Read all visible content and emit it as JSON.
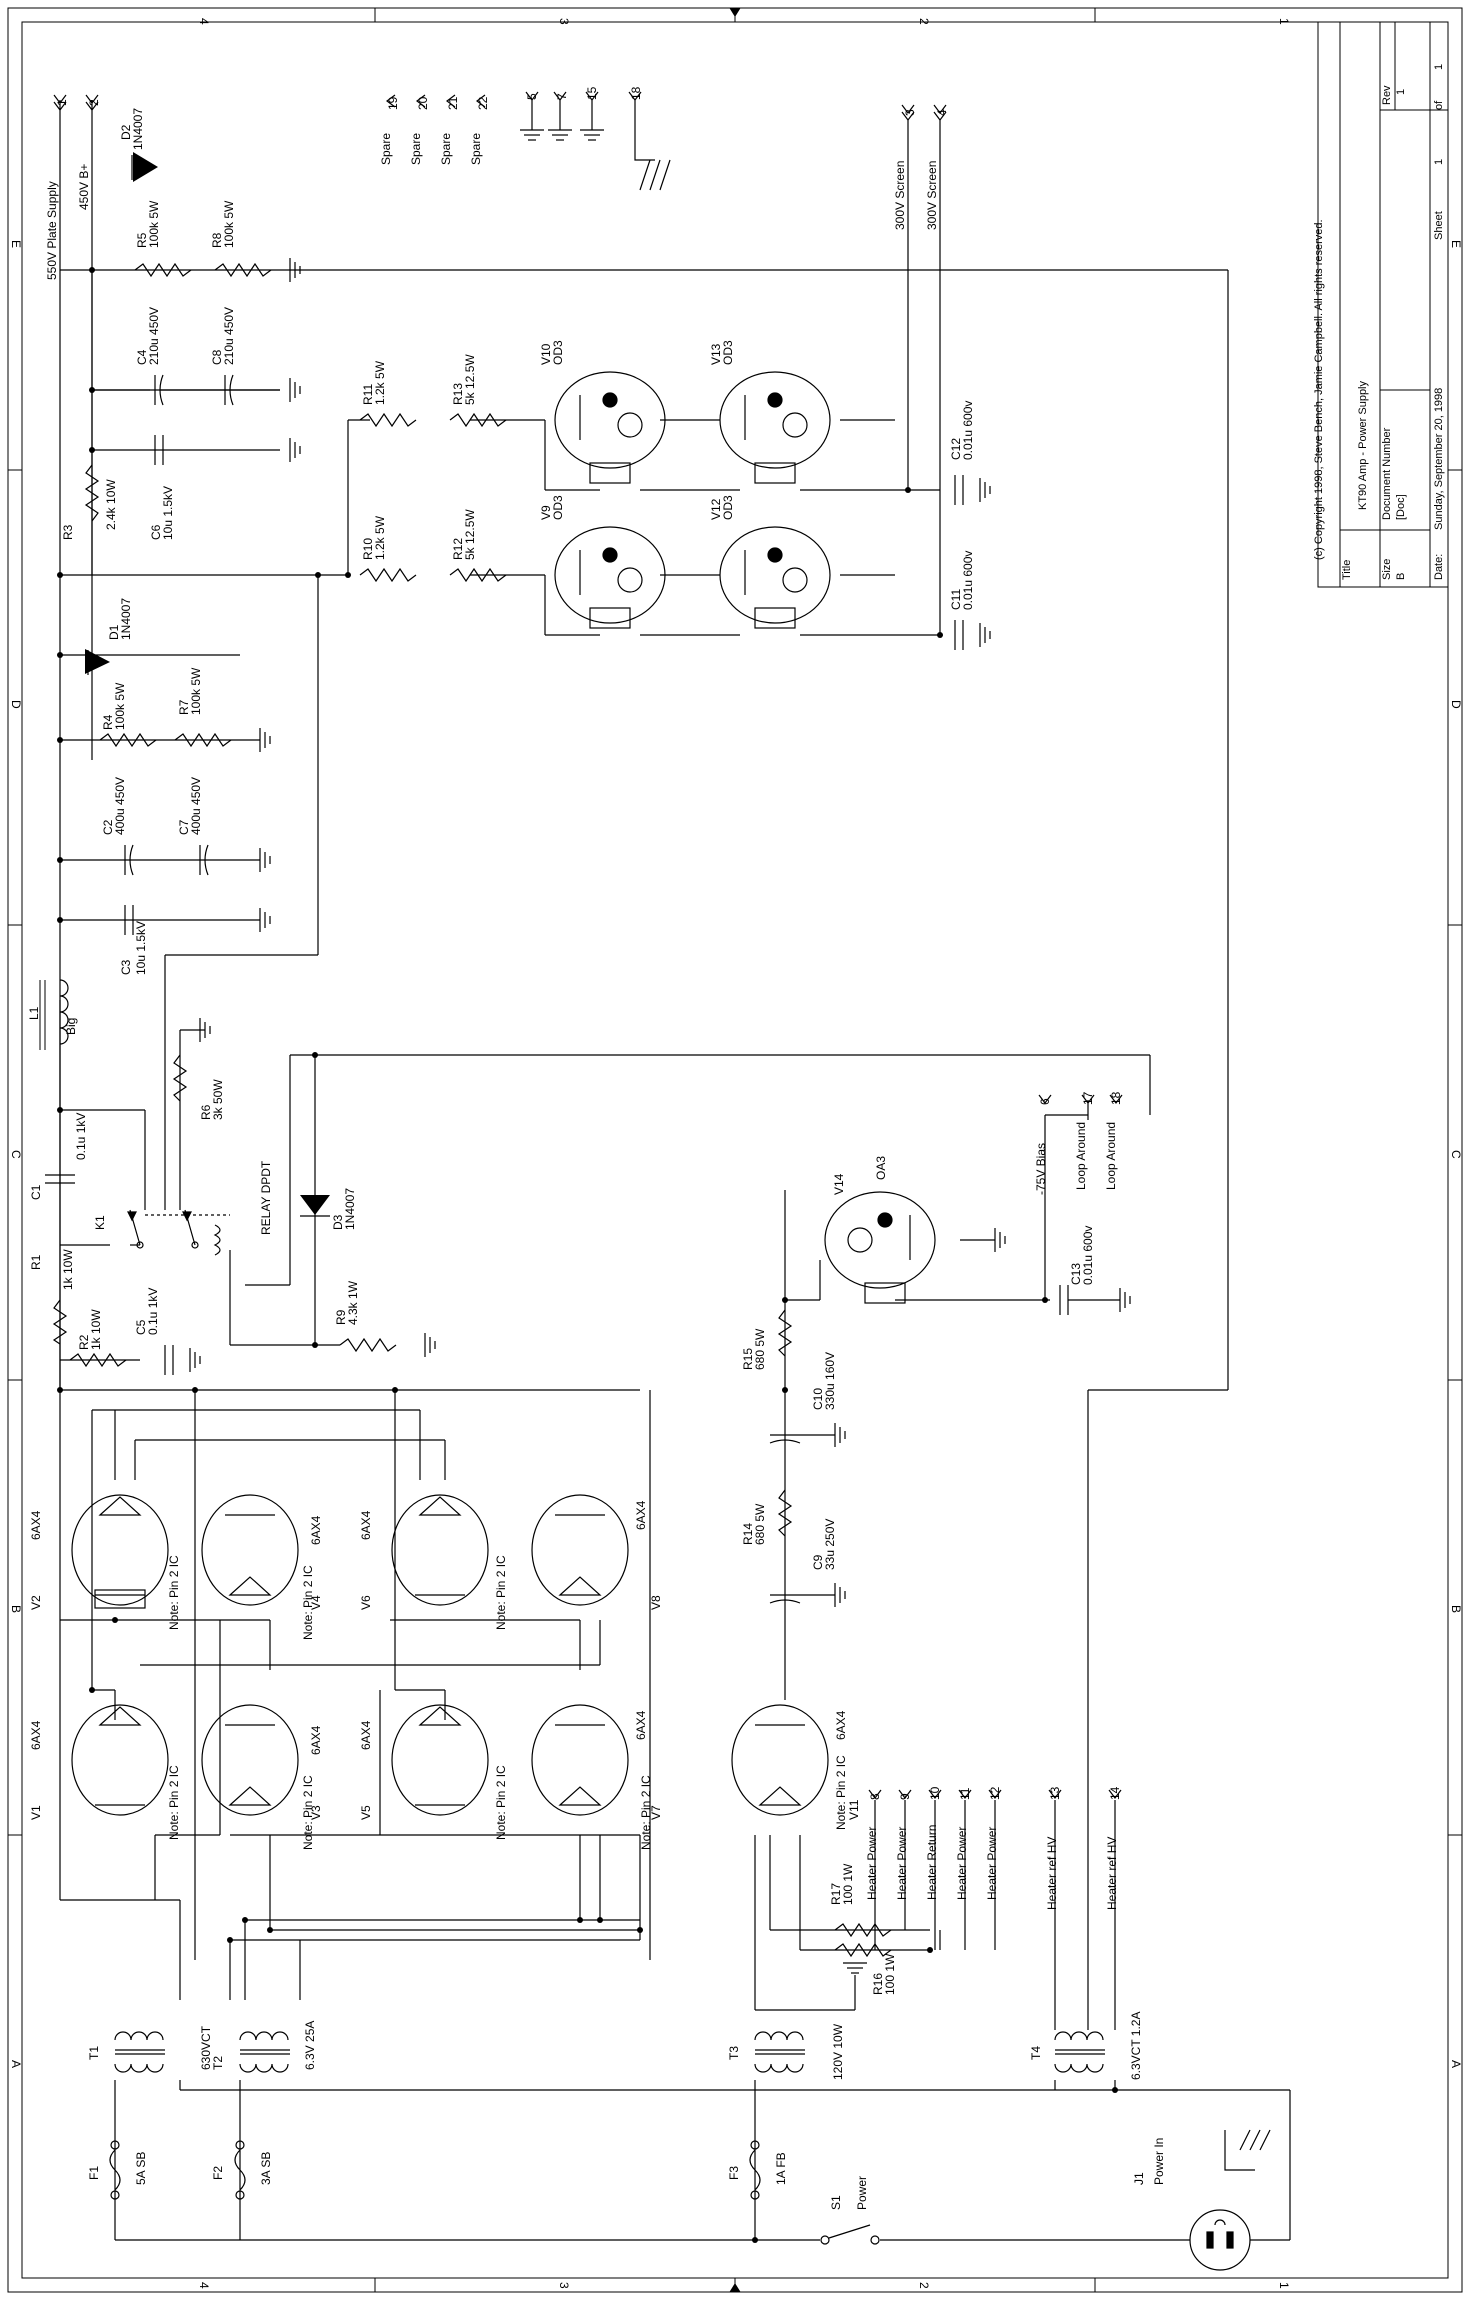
{
  "title_block": {
    "copyright": "(c) Copyright 1998, Steve Bench, Jamie Campbell. All rights reserved.",
    "title_label": "Title",
    "title": "KT90 Amp - Power Supply",
    "size_label": "Size",
    "size": "B",
    "docnum_label": "Document Number",
    "docnum": "[Doc]",
    "rev_label": "Rev",
    "rev": "1",
    "date_label": "Date:",
    "date": "Sunday, September 20, 1998",
    "sheet_label": "Sheet",
    "sheet": "1",
    "of_label": "of",
    "of": "1"
  },
  "zones_side": [
    "4",
    "3",
    "2",
    "1"
  ],
  "zones_long": [
    "E",
    "D",
    "C",
    "B",
    "A"
  ],
  "nets": [
    {
      "num": "1",
      "label": "550V Plate Supply"
    },
    {
      "num": "2",
      "label": "450V B+"
    },
    {
      "num": "3",
      "label": "300V Screen"
    },
    {
      "num": "4",
      "label": "300V Screen"
    },
    {
      "num": "5",
      "label": ""
    },
    {
      "num": "7",
      "label": ""
    },
    {
      "num": "15",
      "label": ""
    },
    {
      "num": "18",
      "label": ""
    },
    {
      "num": "19",
      "label": "Spare"
    },
    {
      "num": "20",
      "label": "Spare"
    },
    {
      "num": "21",
      "label": "Spare"
    },
    {
      "num": "22",
      "label": "Spare"
    },
    {
      "num": "6",
      "label": "-75V Bias"
    },
    {
      "num": "17",
      "label": "Loop Around"
    },
    {
      "num": "18",
      "label": "Loop Around"
    },
    {
      "num": "8",
      "label": "Heater Power"
    },
    {
      "num": "9",
      "label": "Heater Power"
    },
    {
      "num": "10",
      "label": "Heater Return"
    },
    {
      "num": "11",
      "label": "Heater Power"
    },
    {
      "num": "12",
      "label": "Heater Power"
    },
    {
      "num": "13",
      "label": "Heater ref HV"
    },
    {
      "num": "14",
      "label": "Heater ref HV"
    }
  ],
  "components": {
    "D2": {
      "ref": "D2",
      "value": "1N4007"
    },
    "D1": {
      "ref": "D1",
      "value": "1N4007"
    },
    "D3": {
      "ref": "D3",
      "value": "1N4007"
    },
    "R5": {
      "ref": "R5",
      "value": "100k 5W"
    },
    "R8": {
      "ref": "R8",
      "value": "100k 5W"
    },
    "R4": {
      "ref": "R4",
      "value": "100k 5W"
    },
    "R7": {
      "ref": "R7",
      "value": "100k 5W"
    },
    "R3": {
      "ref": "R3",
      "value": "2.4k 10W"
    },
    "R10": {
      "ref": "R10",
      "value": "1.2k 5W"
    },
    "R11": {
      "ref": "R11",
      "value": "1.2k 5W"
    },
    "R12": {
      "ref": "R12",
      "value": "5k 12.5W"
    },
    "R13": {
      "ref": "R13",
      "value": "5k 12.5W"
    },
    "R1": {
      "ref": "R1",
      "value": "1k 10W"
    },
    "R2": {
      "ref": "R2",
      "value": "1k 10W"
    },
    "R6": {
      "ref": "R6",
      "value": "3k 50W"
    },
    "R9": {
      "ref": "R9",
      "value": "4.3k 1W"
    },
    "R14": {
      "ref": "R14",
      "value": "680 5W"
    },
    "R15": {
      "ref": "R15",
      "value": "680 5W"
    },
    "R16": {
      "ref": "R16",
      "value": "100 1W"
    },
    "R17": {
      "ref": "R17",
      "value": "100 1W"
    },
    "C4": {
      "ref": "C4",
      "value": "210u 450V"
    },
    "C8": {
      "ref": "C8",
      "value": "210u 450V"
    },
    "C6": {
      "ref": "C6",
      "value": "10u 1.5kV"
    },
    "C2": {
      "ref": "C2",
      "value": "400u 450V"
    },
    "C7": {
      "ref": "C7",
      "value": "400u 450V"
    },
    "C3": {
      "ref": "C3",
      "value": "10u 1.5kV"
    },
    "C1": {
      "ref": "C1",
      "value": "0.1u 1kV"
    },
    "C5": {
      "ref": "C5",
      "value": "0.1u 1kV"
    },
    "C9": {
      "ref": "C9",
      "value": "33u 250V"
    },
    "C10": {
      "ref": "C10",
      "value": "330u 160V"
    },
    "C11": {
      "ref": "C11",
      "value": "0.01u 600v"
    },
    "C12": {
      "ref": "C12",
      "value": "0.01u 600v"
    },
    "C13": {
      "ref": "C13",
      "value": "0.01u 600v"
    },
    "L1": {
      "ref": "L1",
      "value": "Big"
    },
    "K1": {
      "ref": "K1",
      "value": "RELAY DPDT"
    },
    "V9": {
      "ref": "V9",
      "value": "OD3"
    },
    "V10": {
      "ref": "V10",
      "value": "OD3"
    },
    "V12": {
      "ref": "V12",
      "value": "OD3"
    },
    "V13": {
      "ref": "V13",
      "value": "OD3"
    },
    "V14": {
      "ref": "V14",
      "value": "OA3"
    },
    "V1": {
      "ref": "V1",
      "value": "6AX4"
    },
    "V2": {
      "ref": "V2",
      "value": "6AX4"
    },
    "V3": {
      "ref": "V3",
      "value": "6AX4"
    },
    "V4": {
      "ref": "V4",
      "value": "6AX4"
    },
    "V5": {
      "ref": "V5",
      "value": "6AX4"
    },
    "V6": {
      "ref": "V6",
      "value": "6AX4"
    },
    "V7": {
      "ref": "V7",
      "value": "6AX4"
    },
    "V8": {
      "ref": "V8",
      "value": "6AX4"
    },
    "V11": {
      "ref": "V11",
      "value": "6AX4"
    },
    "T1": {
      "ref": "T1",
      "value": "630VCT"
    },
    "T2": {
      "ref": "T2",
      "value": "6.3V 25A"
    },
    "T3": {
      "ref": "T3",
      "value": "120V 10W"
    },
    "T4": {
      "ref": "T4",
      "value": "6.3VCT 1.2A"
    },
    "F1": {
      "ref": "F1",
      "value": "5A SB"
    },
    "F2": {
      "ref": "F2",
      "value": "3A SB"
    },
    "F3": {
      "ref": "F3",
      "value": "1A FB"
    },
    "S1": {
      "ref": "S1",
      "value": "Power"
    },
    "J1": {
      "ref": "J1",
      "value": "Power In"
    }
  },
  "note": "Note: Pin 2 IC"
}
